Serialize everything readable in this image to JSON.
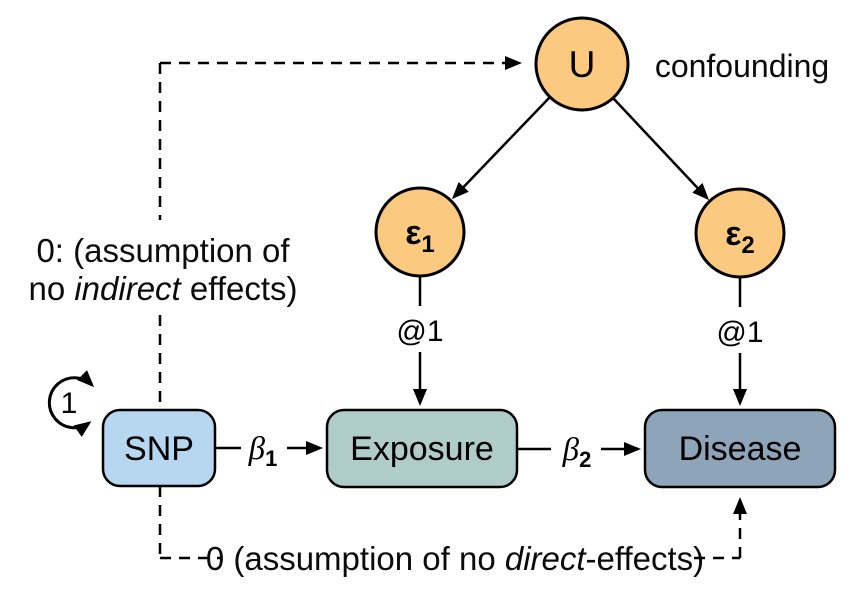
{
  "colors": {
    "latent_orange": "#FBC97F",
    "snp_blue": "#B7D6EF",
    "exposure_green": "#AFCCC8",
    "disease_slate": "#8EA4B9",
    "line_black": "#000000"
  },
  "nodes": {
    "u": {
      "label": "U"
    },
    "epsilon1": {
      "base": "ε",
      "sub": "1"
    },
    "epsilon2": {
      "base": "ε",
      "sub": "2"
    },
    "snp": {
      "label": "SNP"
    },
    "exposure": {
      "label": "Exposure"
    },
    "disease": {
      "label": "Disease"
    }
  },
  "edges": {
    "beta1": {
      "base": "β",
      "sub": "1"
    },
    "beta2": {
      "base": "β",
      "sub": "2"
    },
    "epsilon1_loading": "@1",
    "epsilon2_loading": "@1",
    "snp_variance": "1"
  },
  "annotations": {
    "confounding": "confounding",
    "no_indirect": {
      "line1": "0: (assumption of",
      "line2_pre": "no ",
      "line2_italic": "indirect",
      "line2_post": " effects)"
    },
    "no_direct": {
      "pre": "0 (assumption of no ",
      "italic": "direct",
      "post": "-effects)"
    }
  }
}
